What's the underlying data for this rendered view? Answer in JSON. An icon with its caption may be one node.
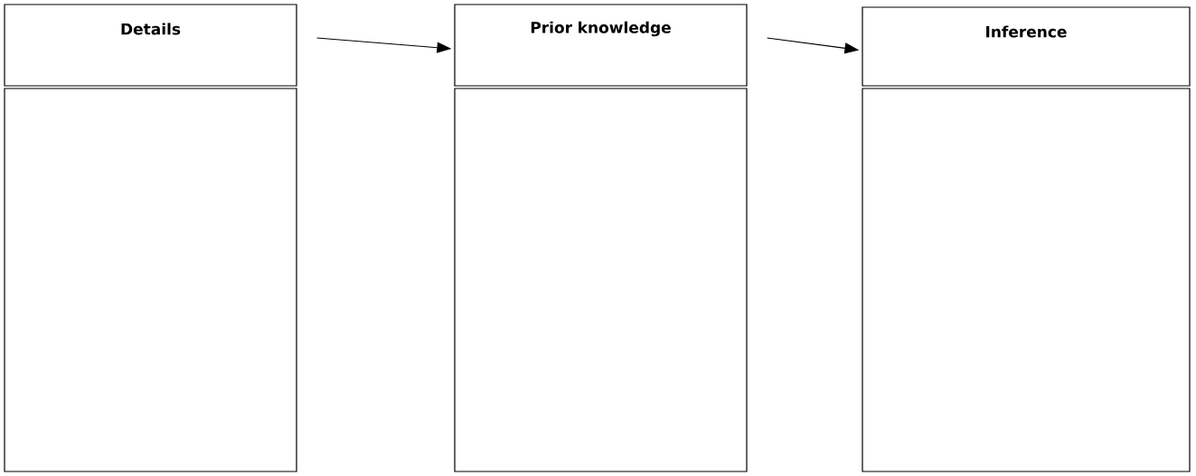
{
  "diagram": {
    "nodes": [
      {
        "text": [
          "Details"
        ]
      },
      {
        "text": [],
        "shape": "box"
      },
      {
        "text": [
          "Prior knowledge"
        ]
      },
      {
        "text": [],
        "shape": "box"
      },
      {
        "text": [
          "Inference"
        ]
      },
      {
        "text": [],
        "shape": "box"
      }
    ],
    "edges": [
      {
        "from": 0,
        "to": 2,
        "arrow": "to"
      },
      {
        "from": 2,
        "to": 4,
        "arrow": "to"
      }
    ]
  }
}
